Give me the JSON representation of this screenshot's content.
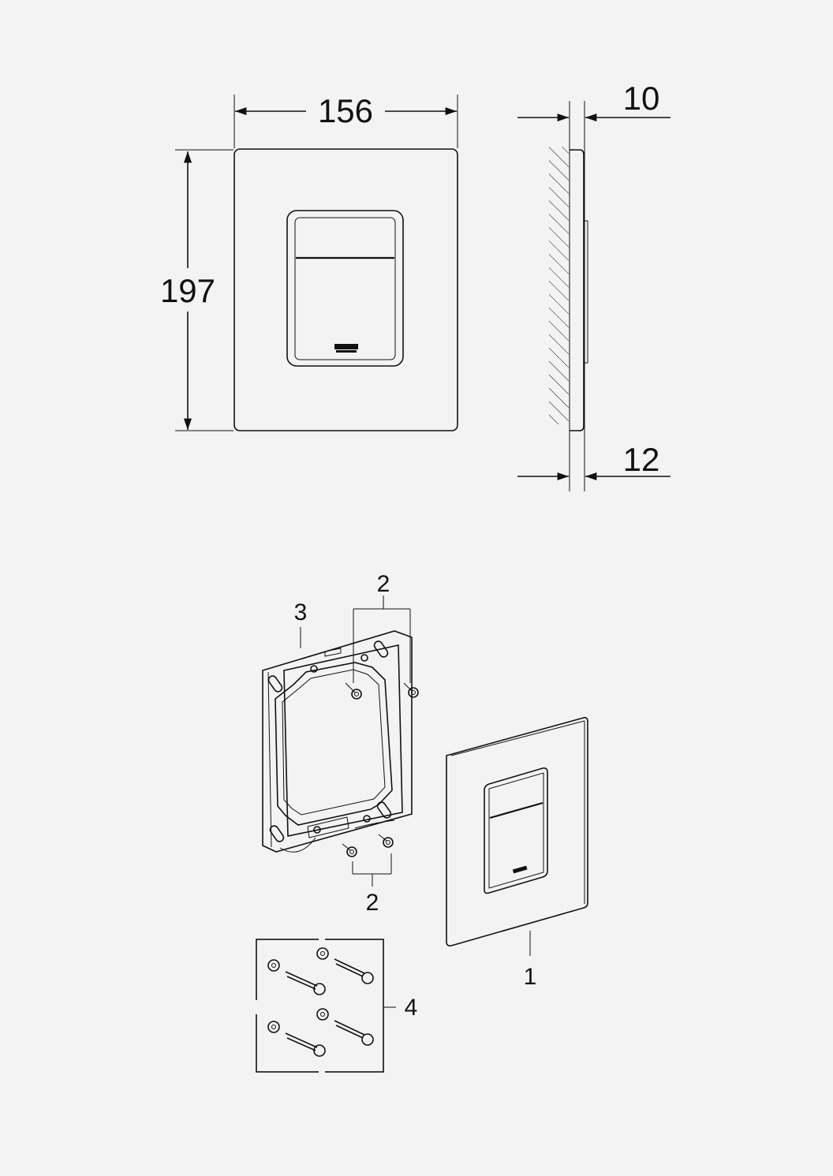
{
  "dimensions": {
    "width": "156",
    "height": "197",
    "depth_top": "10",
    "depth_bottom": "12"
  },
  "callouts": {
    "plate": "1",
    "screws_top": "2",
    "screws_bottom": "2",
    "frame": "3",
    "fixing_set": "4"
  },
  "colors": {
    "background": "#f3f3f3",
    "line": "#111111"
  }
}
